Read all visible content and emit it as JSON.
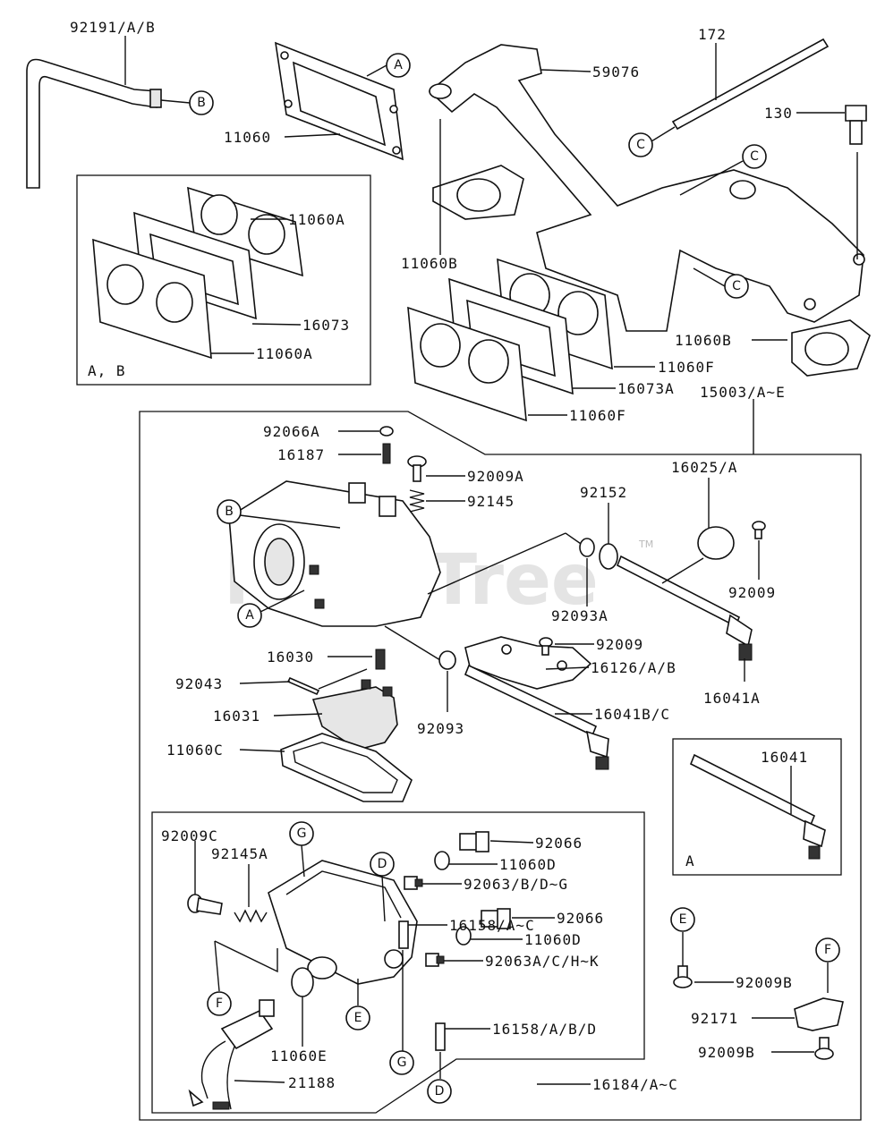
{
  "labels": {
    "p92191": "92191/A/B",
    "p11060": "11060",
    "p59076": "59076",
    "p172": "172",
    "p130": "130",
    "p11060A_top": "11060A",
    "p16073": "16073",
    "p11060A_bot": "11060A",
    "p11060B_left": "11060B",
    "p11060B_right": "11060B",
    "p11060F_top": "11060F",
    "p16073A": "16073A",
    "p11060F_bot": "11060F",
    "p15003": "15003/A~E",
    "p92066A": "92066A",
    "p16187": "16187",
    "p92009A": "92009A",
    "p92145": "92145",
    "p92152": "92152",
    "p16025": "16025/A",
    "p92009_r": "92009",
    "p92093A": "92093A",
    "p92009_m": "92009",
    "p16126": "16126/A/B",
    "p16041A": "16041A",
    "p16030": "16030",
    "p92043": "92043",
    "p16031": "16031",
    "p92093": "92093",
    "p16041BC": "16041B/C",
    "p11060C": "11060C",
    "p16041": "16041",
    "p92009C": "92009C",
    "p92145A": "92145A",
    "p92066_1": "92066",
    "p11060D_1": "11060D",
    "p92063": "92063/B/D~G",
    "p92066_2": "92066",
    "p11060D_2": "11060D",
    "p92063A": "92063A/C/H~K",
    "p16158AC": "16158/A~C",
    "p16158ABD": "16158/A/B/D",
    "p11060E": "11060E",
    "p21188": "21188",
    "p16184": "16184/A~C",
    "p92009B_1": "92009B",
    "p92171": "92171",
    "p92009B_2": "92009B"
  },
  "box_labels": {
    "ab_box": "A, B",
    "a_box": "A"
  },
  "callouts": {
    "A": "A",
    "B": "B",
    "C": "C",
    "D": "D",
    "E": "E",
    "F": "F",
    "G": "G"
  },
  "watermark": "PartsTree",
  "trademark": "TM"
}
